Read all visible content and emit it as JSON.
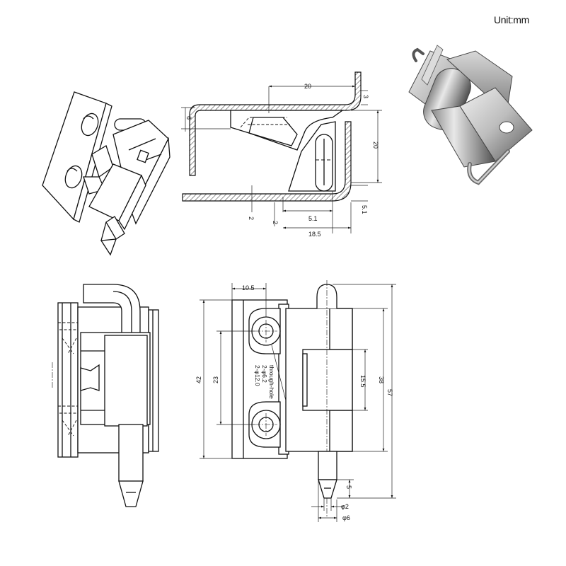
{
  "unit_label": "Unit:mm",
  "section_view": {
    "dims": {
      "top_width": "20",
      "top_thickness": "3",
      "left_gap": "6",
      "right_height": "20",
      "bottom_thickness": "2",
      "bottom_offset": "2",
      "inner_width": "5.1",
      "outer_width": "18.5",
      "right_offset": "5.1"
    }
  },
  "front_view": {
    "dims": {
      "leaf_width": "10.5",
      "height_total": "42",
      "hole_spacing": "23",
      "knuckle_height": "38",
      "window_height": "15.5",
      "overall_height": "57",
      "pin_tip": "5",
      "pin_dia_small": "φ2",
      "pin_dia_large": "φ6"
    },
    "notes": {
      "line1": "2-φ12.0",
      "line2": "2-φ6.2",
      "line3": "through-hole"
    }
  },
  "colors": {
    "line": "#111111",
    "steel_light": "#e6e6e6",
    "steel_dark": "#6f6f6f"
  }
}
